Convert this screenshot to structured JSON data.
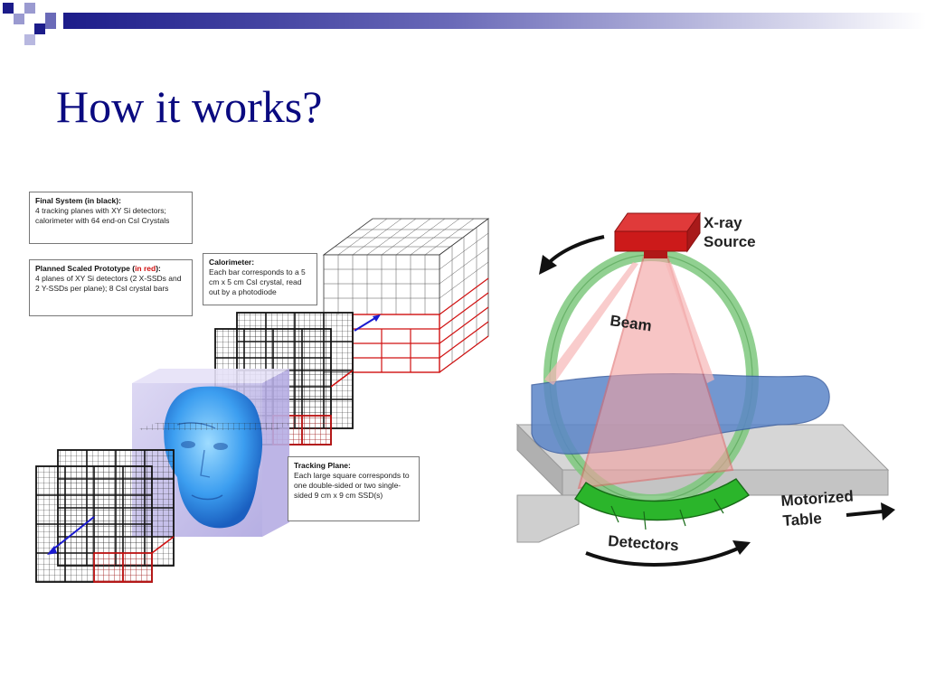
{
  "slide": {
    "title": "How it works?"
  },
  "colors": {
    "title": "#0a0a80",
    "banner_dark": "#1c1c8a",
    "prototype_red": "#d01010",
    "beam": "#f2a0a0",
    "gantry": "#7ec87e",
    "detectors": "#2bb52b",
    "source": "#cc1a1a",
    "patient": "#5b86c8",
    "table": "#c8c8c8"
  },
  "left_diagram": {
    "final_system": {
      "heading": "Final System (in black):",
      "body": "4 tracking planes with XY Si detectors; calorimeter with 64 end-on CsI Crystals"
    },
    "prototype": {
      "heading": "Planned Scaled Prototype (",
      "heading_red": "in red",
      "heading_end": "):",
      "body": "4 planes of XY Si detectors (2 X-SSDs and 2 Y-SSDs per plane); 8 CsI crystal bars"
    },
    "calorimeter": {
      "heading": "Calorimeter:",
      "body": "Each bar corresponds to a 5 cm x 5 cm CsI crystal, read out by a photodiode"
    },
    "tracking_plane": {
      "heading": "Tracking Plane:",
      "body": "Each large square corresponds to one double-sided or two single-sided 9 cm x 9 cm SSD(s)"
    }
  },
  "right_diagram": {
    "source_label_1": "X-ray",
    "source_label_2": "Source",
    "beam_label": "Beam",
    "detectors_label": "Detectors",
    "table_label_1": "Motorized",
    "table_label_2": "Table"
  }
}
